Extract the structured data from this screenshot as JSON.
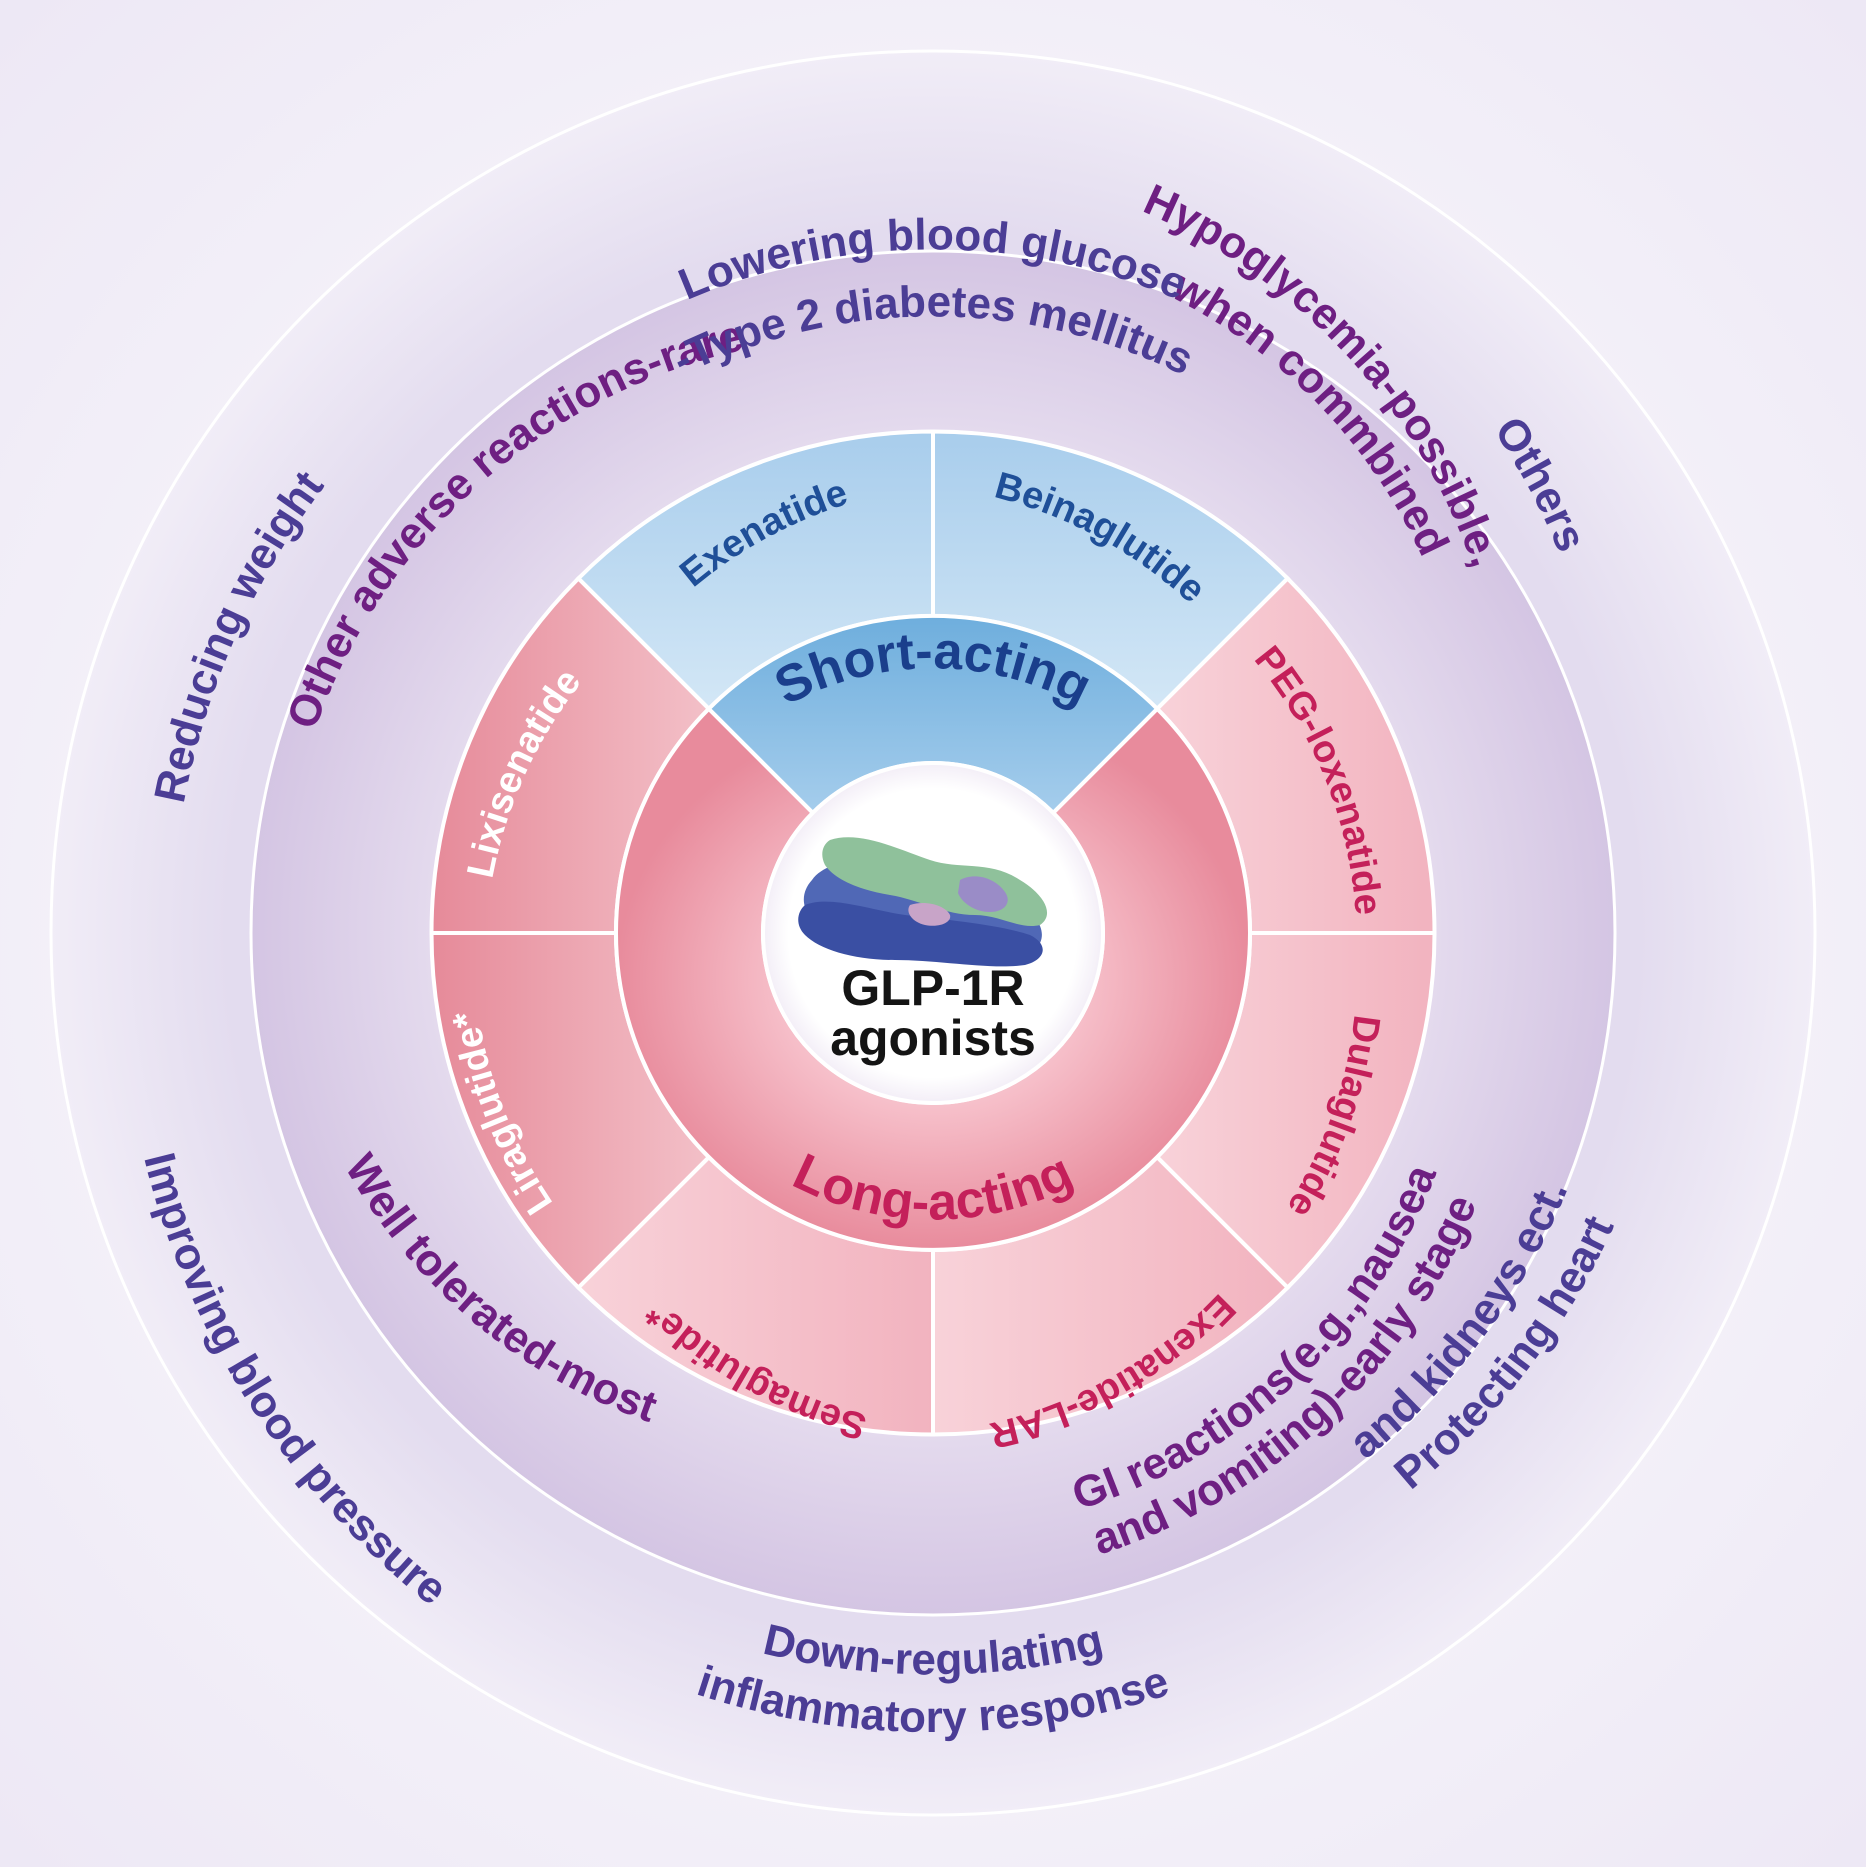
{
  "center": {
    "line1": "GLP-1R",
    "line2": "agonists",
    "molecule_icon": "glp1r-protein-structure-icon"
  },
  "categories": {
    "short": "Short-acting",
    "long": "Long-acting"
  },
  "drugs": {
    "exenatide": "Exenatide",
    "beinaglutide": "Beinaglutide",
    "peg_loxenatide": "PEG-loxenatide",
    "dulaglutide": "Dulaglutide",
    "exenatide_lar": "Exenatide-LAR",
    "semaglutide": "Semaglutide*",
    "liraglutide": "Liraglutide*",
    "lixisenatide": "Lixisenatide"
  },
  "safety": {
    "hypoglycemia_1": "Hypoglycemia-possible,",
    "hypoglycemia_2": "when commbined",
    "gi_1": "GI reactions(e.g.,nausea",
    "gi_2": "and vomiting)-early stage",
    "well_tolerated": "Well tolerated-most",
    "other_adverse": "Other adverse reactions-rare"
  },
  "effects": {
    "glucose_1": "Lowering blood glucose",
    "glucose_2": "-Type 2 diabetes mellitus",
    "others": "Others",
    "heart_1": "Protecting heart",
    "heart_2": "and kidneys ect.",
    "inflammation_1": "Down-regulating",
    "inflammation_2": "inflammatory response",
    "blood_pressure": "Improving blood pressure",
    "weight": "Reducing weight"
  },
  "colors": {
    "outer_ring": "#ece7f4",
    "middle_ring": "#d9cce6",
    "short_acting": "#8cbde3",
    "long_acting": "#ec9aa9",
    "outer_label": "#4b3d95",
    "middle_label": "#6e1f82",
    "drug_blue": "#1f4f98",
    "drug_red": "#c4205a"
  }
}
